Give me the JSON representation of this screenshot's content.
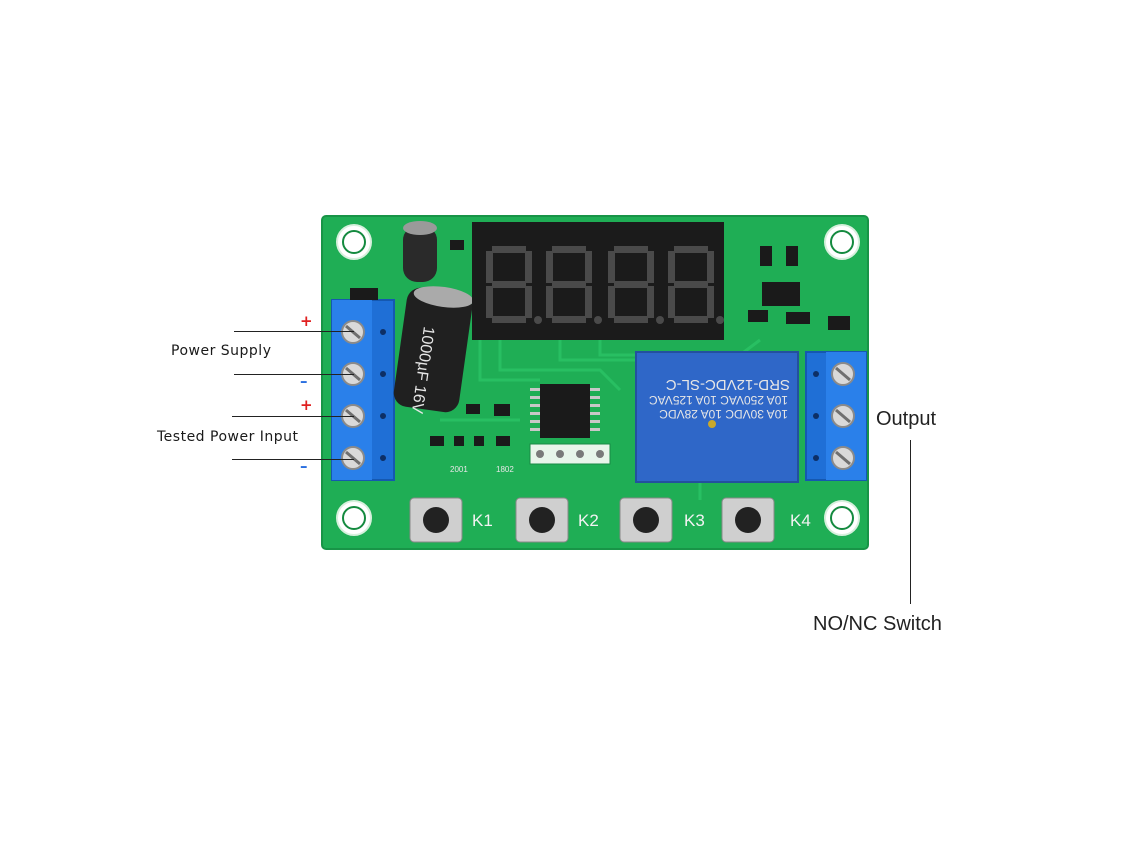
{
  "annotations": {
    "power_supply": "Power Supply",
    "tested_power_input": "Tested Power Input",
    "output": "Output",
    "no_nc_switch": "NO/NC Switch",
    "plus_sign": "+",
    "minus_sign": "–"
  },
  "board": {
    "keys": [
      "K1",
      "K2",
      "K3",
      "K4"
    ],
    "capacitor_text": "1000µF 16V",
    "relay_lines": [
      "SRD-12VDC-SL-C",
      "10A 250VAC  10A 125VAC",
      "10A 30VDC  10A 28VDC"
    ],
    "silk_left": "2001",
    "silk_right": "1802",
    "colors": {
      "pcb": "#1fae55",
      "terminal": "#1f6fd6",
      "relay": "#2f67c8",
      "display": "#1b1b1b",
      "segment_off": "#4a4a4a"
    }
  }
}
